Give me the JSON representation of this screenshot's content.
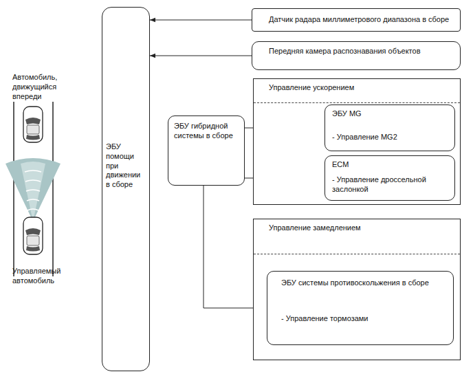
{
  "diagram": {
    "nodes": [
      {
        "text": [
          "Датчик радара миллиметрового диапазона в сборе"
        ]
      },
      {
        "text": [
          "Передняя камера распознавания объектов"
        ]
      },
      {
        "text": [
          "ЭБУ помощи при движении в сборе"
        ]
      },
      {
        "text": [
          "ЭБУ гибридной системы в сборе"
        ]
      },
      {
        "text": [
          "Управление ускорением"
        ]
      },
      {
        "text": [
          "ЭБУ MG",
          "- Управление MG2"
        ],
        "in": 4
      },
      {
        "text": [
          "ECM",
          "- Управление дроссельной заслонкой"
        ],
        "in": 4
      },
      {
        "text": [
          "Управление замедлением"
        ]
      },
      {
        "text": [
          "ЭБУ системы противоскольжения в сборе",
          "- Управление тормозами"
        ],
        "in": 7
      }
    ],
    "edges": [
      {
        "from": 0,
        "to": 2,
        "arrow": "to"
      },
      {
        "from": 1,
        "to": 2,
        "arrow": "to"
      },
      {
        "from": 3,
        "to": 5,
        "arrow": "to"
      },
      {
        "from": 3,
        "to": 6,
        "arrow": "to"
      },
      {
        "from": 3,
        "to": 8,
        "arrow": "to"
      }
    ],
    "labels": [
      "Автомобиль, движущийся впереди",
      "Управляемый автомобиль"
    ]
  }
}
